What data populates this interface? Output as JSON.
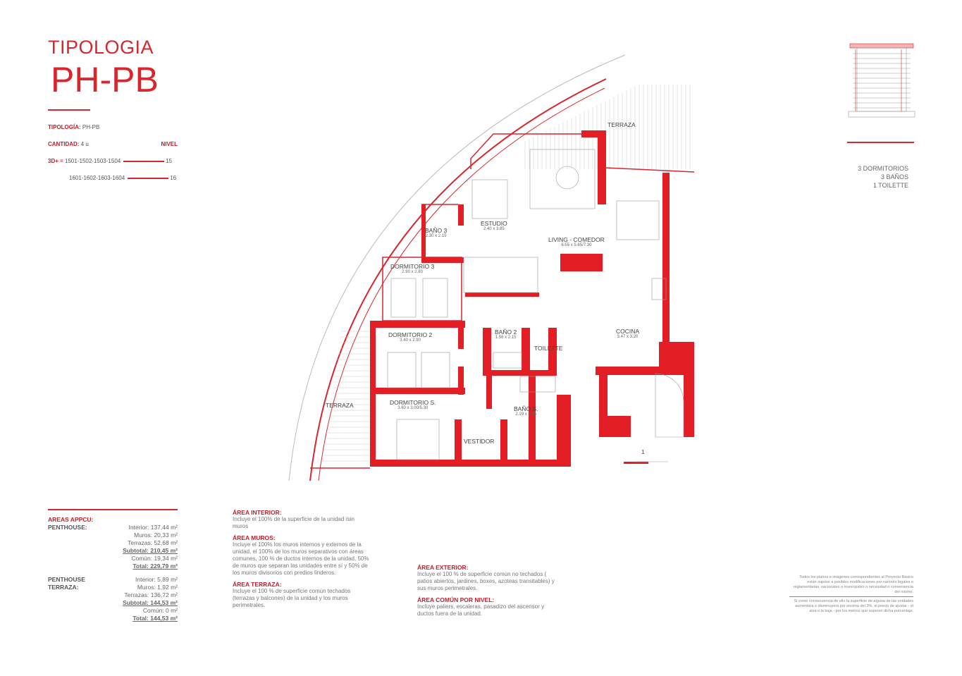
{
  "header": {
    "title_small": "TIPOLOGIA",
    "title_large": "PH-PB"
  },
  "info": {
    "tipologia_label": "TIPOLOGÍA:",
    "tipologia_value": "PH-PB",
    "cantidad_label": "CANTIDAD:",
    "cantidad_value": "4 u",
    "nivel_label": "NIVEL",
    "units_label": "3D+ =",
    "rows": [
      {
        "units": "1501-1502-1503-1504",
        "nivel": "15"
      },
      {
        "units": "1601-1602-1603-1604",
        "nivel": "16"
      }
    ]
  },
  "summary": {
    "line1": "3 DORMITORIOS",
    "line2": "3 BAÑOS",
    "line3": "1 TOILETTE"
  },
  "plan": {
    "terraza_top": "TERRAZA",
    "terraza_left": "TERRAZA",
    "scale_label": "1",
    "rooms": [
      {
        "name": "ESTUDIO",
        "dims": "2.40 x 3.85"
      },
      {
        "name": "BAÑO 3",
        "dims": "2.30 x 2.15"
      },
      {
        "name": "LIVING - COMEDOR",
        "dims": "6.55 x 5.65/7.30"
      },
      {
        "name": "DORMITORIO 3",
        "dims": "2.90 x 2.80"
      },
      {
        "name": "DORMITORIO 2",
        "dims": "3.40 x 2.90"
      },
      {
        "name": "BAÑO 2",
        "dims": "1.56 x 2.15"
      },
      {
        "name": "TOILETTE",
        "dims": ""
      },
      {
        "name": "COCINA",
        "dims": "3.47 x 3.20"
      },
      {
        "name": "DORMITORIO S.",
        "dims": "3.60 x 3.00/5.30"
      },
      {
        "name": "BAÑO S.",
        "dims": "2.19 x 3.95"
      },
      {
        "name": "VESTIDOR",
        "dims": ""
      }
    ]
  },
  "areas": {
    "title": "AREAS APPCU:",
    "groups": [
      {
        "label": "PENTHOUSE:",
        "lines": [
          "Interior: 137,44 m²",
          "Muros: 20,33 m²",
          "Terrazas: 52,68 m²",
          "Subtotal: 210,45 m²",
          "Común: 19,34 m²",
          "Total: 229,79 m²"
        ]
      },
      {
        "label": "PENTHOUSE TERRAZA:",
        "lines": [
          "Interior: 5,89 m²",
          "Muros: 1,92 m²",
          "Terrazas: 136,72 m²",
          "Subtotal: 144,53 m²",
          "Común: 0 m²",
          "Total: 144,53 m²"
        ]
      }
    ]
  },
  "definitions": [
    {
      "title": "ÁREA INTERIOR:",
      "text": "Incluye el 100% de la superficie de la unidad /sin muros"
    },
    {
      "title": "ÁREA MUROS:",
      "text": "Incluye el 100% los muros internos y externos de la unidad, el 100% de los muros separativos con áreas comunes, 100 % de ductos internos de la unidad, 50% de muros que separan las unidades entre sí y 50% de los muros divisorios con predios linderos."
    },
    {
      "title": "ÁREA TERRAZA:",
      "text": "Incluye el 100 % de superficie común techados (terrazas y balcones) de la unidad y los muros perimetrales."
    },
    {
      "title": "ÁREA EXTERIOR:",
      "text": "Incluye el 100 % de superficie común no techados ( patios abiertos, jardines, boxes, azoteas transitables) y sus muros perimetrales."
    },
    {
      "title": "ÁREA COMÚN POR NIVEL:",
      "text": "Incluye paliers, escaleras, pasadizo del ascensor y ductos fuera de la unidad."
    }
  ],
  "disclaimer": {
    "p1": "Todos los planos e imágenes correspondientes al Proyecto Básico están sujetos a posibles modificaciones por razones legales o reglamentarias, nacionales o municipales o necesidad o conveniencia del mismo.",
    "p2": "Si como consecuencia de ello la superficie de alguna de las unidades aumentara o disminuyera por encima del 3%, el precio de ajustar - el alza o la baja - por los metros que superen dicha porcentaje."
  },
  "colors": {
    "accent": "#d7262e"
  }
}
